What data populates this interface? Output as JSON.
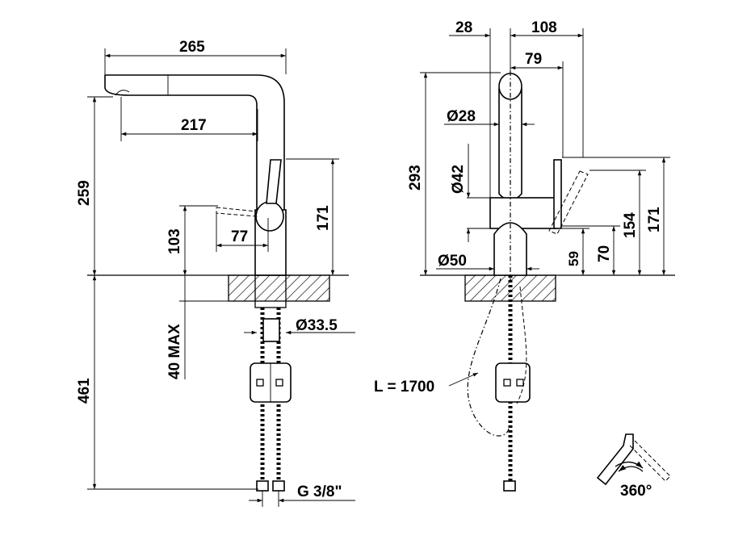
{
  "left_view": {
    "dims": {
      "width_265": "265",
      "reach_217": "217",
      "height_259": "259",
      "height_171": "171",
      "height_103": "103",
      "lever_77": "77",
      "thickness_40max": "40 MAX",
      "hole_33_5": "33.5",
      "depth_461": "461",
      "thread": "G 3/8\""
    }
  },
  "right_view": {
    "dims": {
      "offset_28": "28",
      "width_108": "108",
      "width_79": "79",
      "spout_28": "28",
      "body_42": "42",
      "height_293": "293",
      "base_50": "50",
      "height_59": "59",
      "height_70": "70",
      "height_154": "154",
      "height_171": "171",
      "hose_length": "L = 1700"
    }
  },
  "rotation": {
    "label": "360°"
  },
  "diameter_symbol": "Ø"
}
